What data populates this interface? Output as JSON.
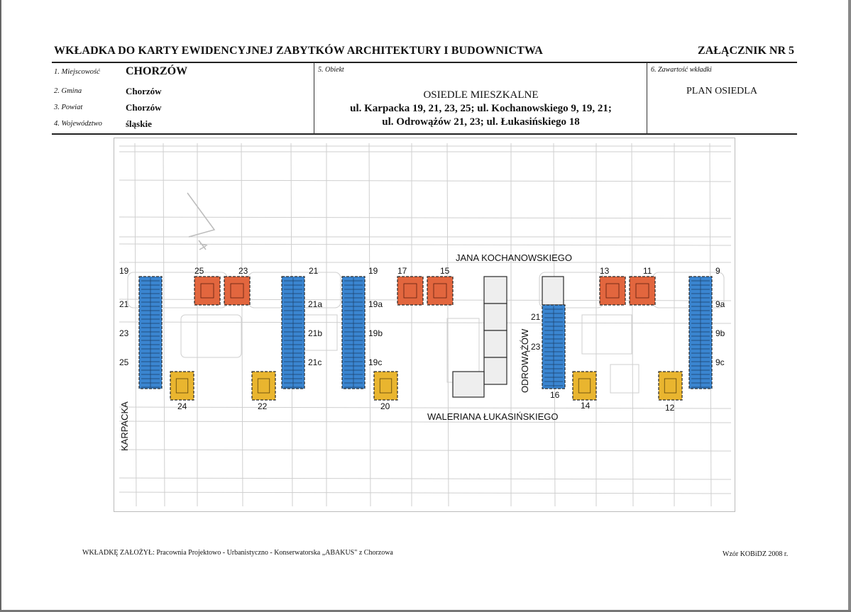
{
  "header": {
    "title": "WKŁADKA DO KARTY EWIDENCYJNEJ ZABYTKÓW ARCHITEKTURY I BUDOWNICTWA",
    "annex": "ZAŁĄCZNIK NR 5"
  },
  "fields": {
    "miejscowosc": {
      "label": "1. Miejscowość",
      "value": "CHORZÓW"
    },
    "gmina": {
      "label": "2. Gmina",
      "value": "Chorzów"
    },
    "powiat": {
      "label": "3. Powiat",
      "value": "Chorzów"
    },
    "wojewodztwo": {
      "label": "4. Województwo",
      "value": "śląskie"
    },
    "obiekt": {
      "label": "5. Obiekt",
      "line1": "OSIEDLE MIESZKALNE",
      "line2": "ul. Karpacka 19, 21, 23, 25; ul. Kochanowskiego 9, 19, 21;",
      "line3": "ul. Odrowążów 21, 23; ul. Łukasińskiego 18"
    },
    "zawartosc": {
      "label": "6. Zawartość wkładki",
      "value": "PLAN OSIEDLA"
    }
  },
  "plan": {
    "colors": {
      "blue": "#3a85d0",
      "red": "#e2663e",
      "yellow": "#e9b52f",
      "grey": "#eeeeee",
      "outline": "#2a2a2a",
      "basemap": "#c9c9c9"
    },
    "north_arrow": {
      "icon": "north-arrow-icon",
      "label": "N"
    },
    "streets": {
      "kochanowskiego": "JANA KOCHANOWSKIEGO",
      "lukasinskiego": "WALERIANA ŁUKASIŃSKIEGO",
      "odrowazow": "ODROWĄŻÓW",
      "karpacka": "KARPACKA"
    },
    "numbers": {
      "n19a": "19",
      "n21a": "21",
      "n23a": "23",
      "n25a": "25",
      "n25b": "25",
      "n23b": "23",
      "n21b": "21",
      "n21ab": "21a",
      "n21bb": "21b",
      "n21cb": "21c",
      "n19b": "19",
      "n19ab": "19a",
      "n19bb": "19b",
      "n19cb": "19c",
      "n17": "17",
      "n15": "15",
      "n21c": "21",
      "n23c": "23",
      "n13": "13",
      "n11": "11",
      "n9": "9",
      "n9a": "9a",
      "n9b": "9b",
      "n9c": "9c",
      "n24": "24",
      "n22": "22",
      "n20": "20",
      "n16": "16",
      "n14": "14",
      "n12": "12"
    }
  },
  "footer": {
    "left": "WKŁADKĘ ZAŁOŻYŁ: Pracownia Projektowo - Urbanistyczno - Konserwatorska „ABAKUS\" z Chorzowa",
    "right": "Wzór KOBiDZ 2008 r."
  }
}
